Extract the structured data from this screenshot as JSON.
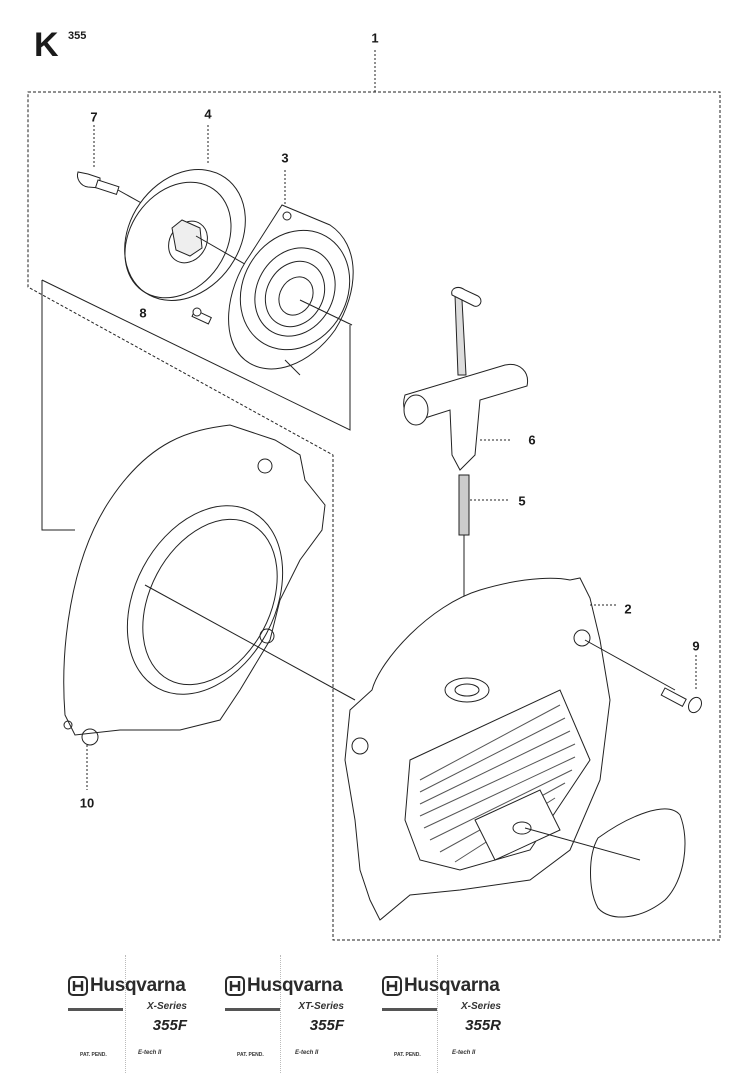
{
  "section": {
    "letter": "K",
    "model": "355"
  },
  "callouts": [
    {
      "id": "1",
      "label": "1"
    },
    {
      "id": "2",
      "label": "2"
    },
    {
      "id": "3",
      "label": "3"
    },
    {
      "id": "4",
      "label": "4"
    },
    {
      "id": "5",
      "label": "5"
    },
    {
      "id": "6",
      "label": "6"
    },
    {
      "id": "7",
      "label": "7"
    },
    {
      "id": "8",
      "label": "8"
    },
    {
      "id": "9",
      "label": "9"
    },
    {
      "id": "10",
      "label": "10"
    }
  ],
  "brands": [
    {
      "name": "Husqvarna",
      "series": "X-Series",
      "model": "355F",
      "small_left": "PAT. PEND.",
      "small_right": "E-tech II"
    },
    {
      "name": "Husqvarna",
      "series": "XT-Series",
      "model": "355F",
      "small_left": "PAT. PEND.",
      "small_right": "E-tech II"
    },
    {
      "name": "Husqvarna",
      "series": "X-Series",
      "model": "355R",
      "small_left": "PAT. PEND.",
      "small_right": "E-tech II"
    }
  ]
}
